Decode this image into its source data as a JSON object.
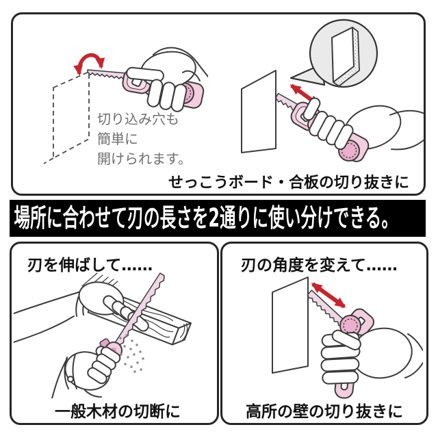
{
  "colors": {
    "outline": "#3b3b3b",
    "panel_border": "#262626",
    "saw_pink": "#f3cede",
    "saw_pink_mid": "#eab0cd",
    "saw_pink_dark": "#dd9fc0",
    "arrow_red": "#c8242d",
    "inset_gray": "#eaeaea",
    "note_gray": "#6e6e6e",
    "banner_bg": "#000000",
    "banner_text_color": "#ffffff"
  },
  "top_panel": {
    "note_lines": [
      "切り込み穴も",
      "簡単に",
      "開けられます。"
    ],
    "caption": "せっこうボード・合板の切り抜きに"
  },
  "banner": {
    "text": "場所に合わせて刃の長さを2通りに使い分けできる。"
  },
  "bottom_left_panel": {
    "header": "刃を伸ばして……",
    "caption": "一般木材の切断に"
  },
  "bottom_right_panel": {
    "header": "刃の角度を変えて……",
    "caption": "高所の壁の切り抜きに"
  }
}
